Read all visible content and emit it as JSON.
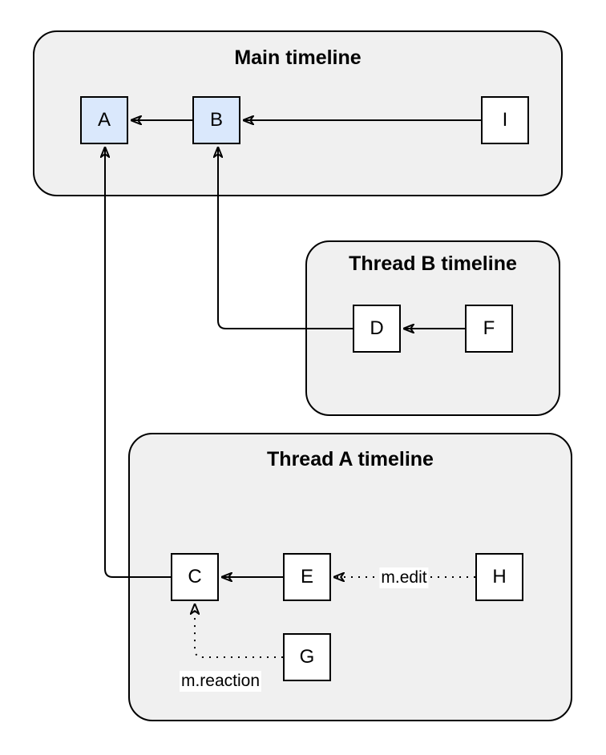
{
  "diagram": {
    "background_color": "#ffffff",
    "container_fill": "#f0f0f0",
    "container_border_color": "#000000",
    "highlight_node_fill": "#dae8fc",
    "node_fill": "#ffffff",
    "node_border_color": "#000000",
    "edge_color": "#000000"
  },
  "containers": [
    {
      "title": "Main timeline",
      "nodes": [
        {
          "label": "A",
          "highlighted": true
        },
        {
          "label": "B",
          "highlighted": true
        },
        {
          "label": "I",
          "highlighted": false
        }
      ]
    },
    {
      "title": "Thread B timeline",
      "nodes": [
        {
          "label": "D",
          "highlighted": false
        },
        {
          "label": "F",
          "highlighted": false
        }
      ]
    },
    {
      "title": "Thread A timeline",
      "nodes": [
        {
          "label": "C",
          "highlighted": false
        },
        {
          "label": "E",
          "highlighted": false
        },
        {
          "label": "H",
          "highlighted": false
        },
        {
          "label": "G",
          "highlighted": false
        }
      ]
    }
  ],
  "edges": [
    {
      "from": "B",
      "to": "A",
      "style": "solid",
      "label": ""
    },
    {
      "from": "I",
      "to": "B",
      "style": "solid",
      "label": ""
    },
    {
      "from": "F",
      "to": "D",
      "style": "solid",
      "label": ""
    },
    {
      "from": "D",
      "to": "B",
      "style": "solid",
      "label": ""
    },
    {
      "from": "C",
      "to": "A",
      "style": "solid",
      "label": ""
    },
    {
      "from": "E",
      "to": "C",
      "style": "solid",
      "label": ""
    },
    {
      "from": "H",
      "to": "E",
      "style": "dotted",
      "label": "m.edit"
    },
    {
      "from": "G",
      "to": "C",
      "style": "dotted",
      "label": "m.reaction"
    }
  ]
}
